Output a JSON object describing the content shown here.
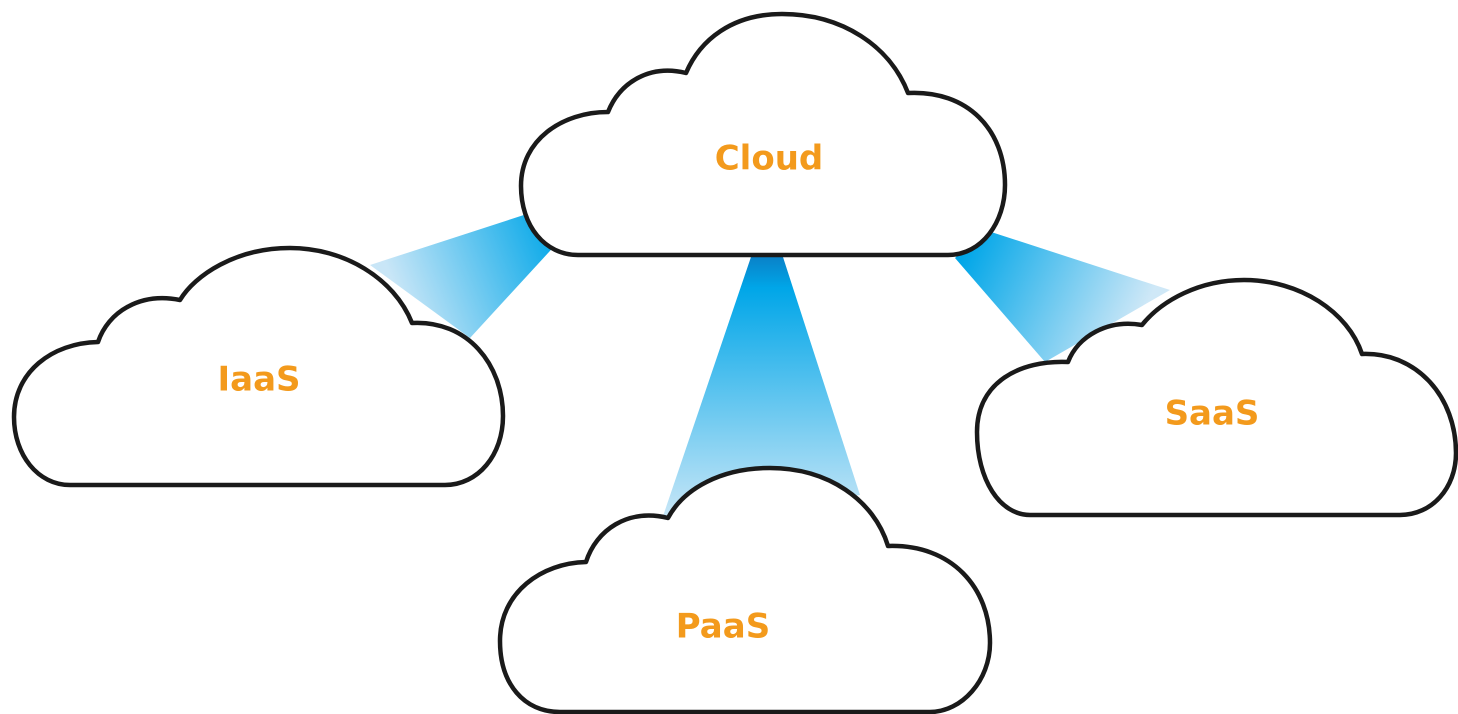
{
  "diagram": {
    "label_color": "#f39a1c",
    "connector_color": "#00a6e8",
    "nodes": {
      "cloud": {
        "label": "Cloud"
      },
      "iaas": {
        "label": "IaaS"
      },
      "paas": {
        "label": "PaaS"
      },
      "saas": {
        "label": "SaaS"
      }
    },
    "edges": [
      {
        "from": "Cloud",
        "to": "IaaS"
      },
      {
        "from": "Cloud",
        "to": "PaaS"
      },
      {
        "from": "Cloud",
        "to": "SaaS"
      }
    ]
  }
}
